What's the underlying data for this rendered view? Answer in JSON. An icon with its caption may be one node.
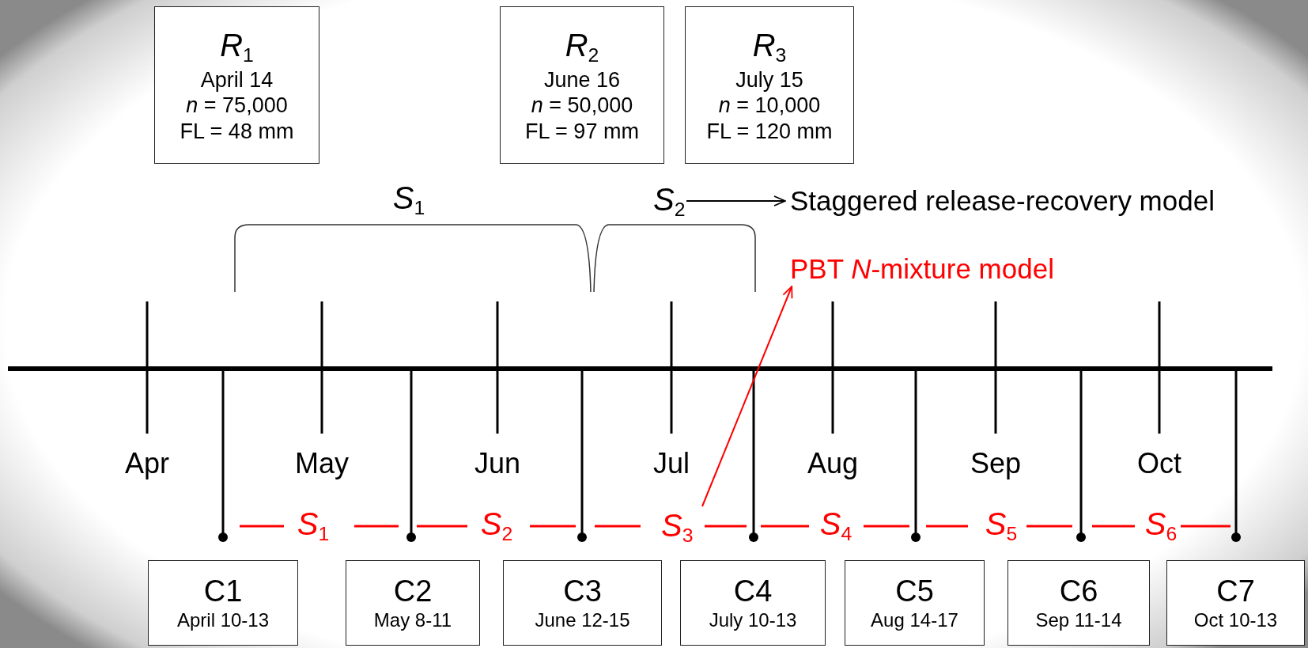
{
  "diagram": {
    "nodes": [
      {
        "text": [
          "*R*$_{1}$",
          "April 14",
          "*n* = 75,000",
          "FL = 48 mm"
        ]
      },
      {
        "text": [
          "*R*$_{2}$",
          "June 16",
          "*n* = 50,000",
          "FL = 97 mm"
        ]
      },
      {
        "text": [
          "*R*$_{3}$",
          "July 15",
          "*n* = 10,000",
          "FL = 120 mm"
        ]
      },
      {
        "text": [
          "*S*$_{2}$"
        ]
      },
      {
        "text": [
          "Staggered release-recovery model"
        ]
      },
      {
        "text": [
          "PBT *N*-mixture model"
        ]
      },
      {
        "text": [
          "*S*$_{3}$"
        ]
      },
      {
        "text": [
          "C1",
          "April 10-13"
        ]
      },
      {
        "text": [
          "C2",
          "May 8-11"
        ]
      },
      {
        "text": [
          "C3",
          "June 12-15"
        ]
      },
      {
        "text": [
          "C4",
          "July 10-13"
        ]
      },
      {
        "text": [
          "C5",
          "Aug 14-17"
        ]
      },
      {
        "text": [
          "C6",
          "Sep 11-14"
        ]
      },
      {
        "text": [
          "C7",
          "Oct 10-13"
        ]
      }
    ],
    "edges": [
      {
        "from": 3,
        "to": 4,
        "arrow": "to"
      },
      {
        "from": 6,
        "to": 5,
        "arrow": "to",
        "color": "#ff0000"
      }
    ],
    "labels": [
      "*S*$_{1}$",
      "Apr",
      "May",
      "Jun",
      "Jul",
      "Aug",
      "Sep",
      "Oct",
      "*S*$_{1}$",
      "*S*$_{2}$",
      "*S*$_{4}$",
      "*S*$_{5}$",
      "*S*$_{6}$"
    ]
  }
}
